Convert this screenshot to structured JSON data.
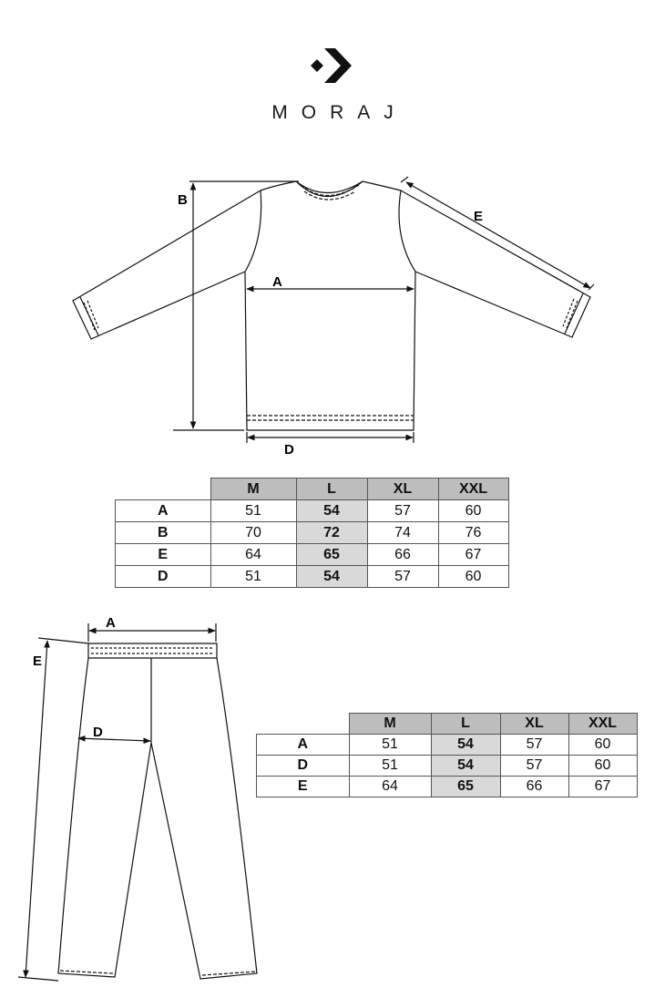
{
  "brand": {
    "name": "MORAJ",
    "logo_icon": "moraj-logo-icon"
  },
  "top_garment": {
    "labels": {
      "A": "A",
      "B": "B",
      "D": "D",
      "E": "E"
    }
  },
  "bottom_garment": {
    "labels": {
      "A": "A",
      "D": "D",
      "E": "E"
    }
  },
  "top_table": {
    "headers": [
      "M",
      "L",
      "XL",
      "XXL"
    ],
    "highlight_column": "L",
    "rows": [
      {
        "label": "A",
        "values": [
          "51",
          "54",
          "57",
          "60"
        ]
      },
      {
        "label": "B",
        "values": [
          "70",
          "72",
          "74",
          "76"
        ]
      },
      {
        "label": "E",
        "values": [
          "64",
          "65",
          "66",
          "67"
        ]
      },
      {
        "label": "D",
        "values": [
          "51",
          "54",
          "57",
          "60"
        ]
      }
    ]
  },
  "bottom_table": {
    "headers": [
      "M",
      "L",
      "XL",
      "XXL"
    ],
    "highlight_column": "L",
    "rows": [
      {
        "label": "A",
        "values": [
          "51",
          "54",
          "57",
          "60"
        ]
      },
      {
        "label": "D",
        "values": [
          "51",
          "54",
          "57",
          "60"
        ]
      },
      {
        "label": "E",
        "values": [
          "64",
          "65",
          "66",
          "67"
        ]
      }
    ]
  },
  "colors": {
    "header_bg": "#bdbdbd",
    "highlight_bg": "#d9d9d9",
    "line": "#111111"
  }
}
